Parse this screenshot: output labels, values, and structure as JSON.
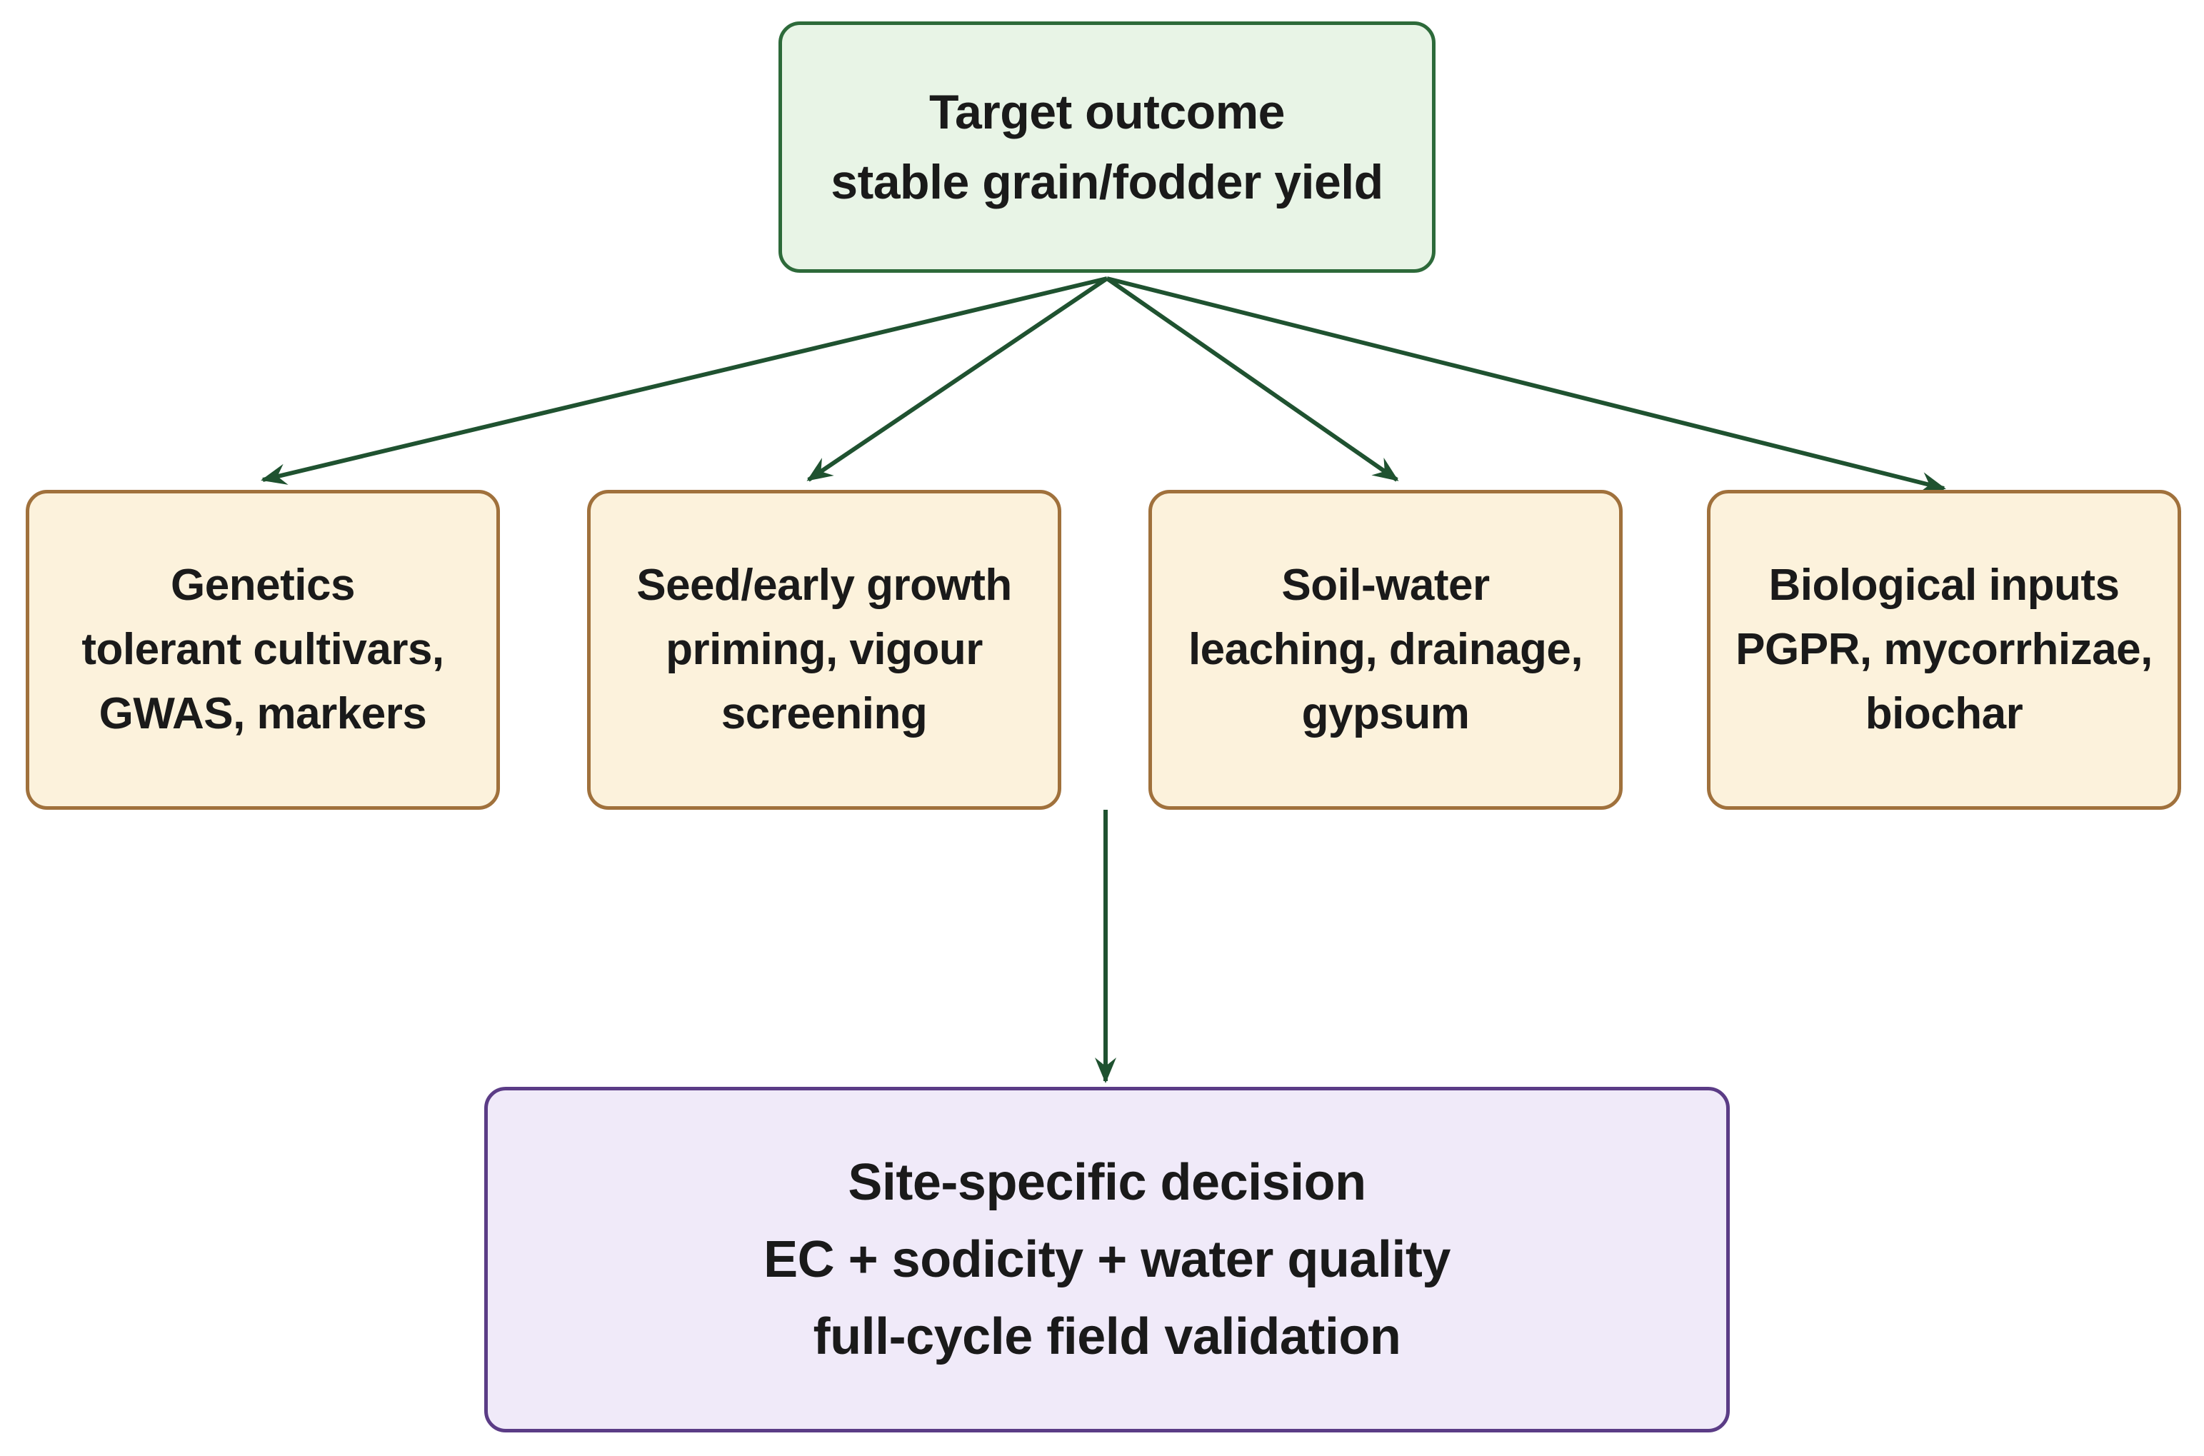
{
  "colors": {
    "connector": "#1f5230",
    "top_fill": "#e8f4e6",
    "top_border": "#2d6a3a",
    "middle_fill": "#fcf2dc",
    "middle_border": "#a0713c",
    "bottom_fill": "#f0eaf9",
    "bottom_border": "#5b3c86"
  },
  "top": {
    "title": "Target outcome",
    "detail": "stable grain/fodder yield"
  },
  "strategies": [
    {
      "title": "Genetics",
      "line2": "tolerant cultivars,",
      "line3": "GWAS, markers"
    },
    {
      "title": "Seed/early growth",
      "line2": "priming, vigour",
      "line3": "screening"
    },
    {
      "title": "Soil-water",
      "line2": "leaching, drainage,",
      "line3": "gypsum"
    },
    {
      "title": "Biological inputs",
      "line2": "PGPR, mycorrhizae,",
      "line3": "biochar"
    }
  ],
  "decision": {
    "title": "Site-specific decision",
    "line2": "EC + sodicity + water quality",
    "line3": "full-cycle field validation"
  }
}
